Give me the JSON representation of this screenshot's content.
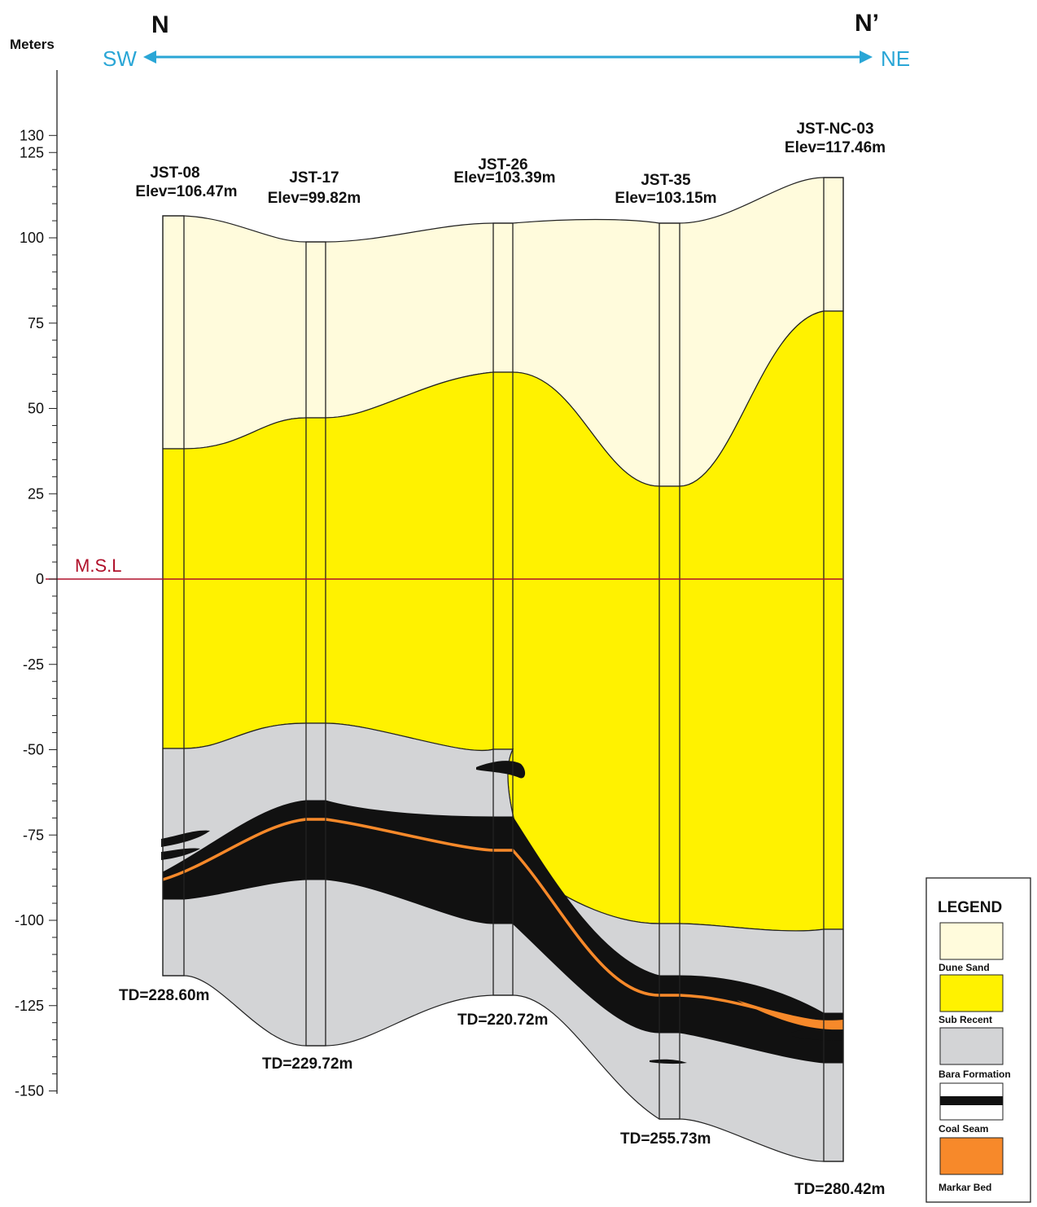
{
  "section": {
    "left_marker": "N",
    "right_marker": "N’",
    "left_direction": "SW",
    "right_direction": "NE",
    "axis_unit": "Meters",
    "msl_label": "M.S.L",
    "y_ticks": [
      "130",
      "125",
      "100",
      "75",
      "50",
      "25",
      "0",
      "-25",
      "-50",
      "-75",
      "-100",
      "-125",
      "-150"
    ]
  },
  "wells": [
    {
      "name": "JST-08",
      "elev": "Elev=106.47m",
      "td": "TD=228.60m"
    },
    {
      "name": "JST-17",
      "elev": "Elev=99.82m",
      "td": "TD=229.72m"
    },
    {
      "name": "JST-26",
      "elev": "Elev=103.39m",
      "td": "TD=220.72m"
    },
    {
      "name": "JST-35",
      "elev": "Elev=103.15m",
      "td": "TD=255.73m"
    },
    {
      "name": "JST-NC-03",
      "elev": "Elev=117.46m",
      "td": "TD=280.42m"
    }
  ],
  "legend": {
    "title": "LEGEND",
    "items": [
      {
        "label": "Dune Sand",
        "color": "#fffbdc"
      },
      {
        "label": "Sub Recent",
        "color": "#fff200"
      },
      {
        "label": "Bara Formation",
        "color": "#d3d4d6"
      },
      {
        "label": "Coal Seam",
        "color": "#111111"
      },
      {
        "label": "Markar Bed",
        "color": "#f7892a"
      }
    ]
  },
  "colors": {
    "dune_sand": "#fffbdc",
    "sub_recent": "#fff200",
    "bara_formation": "#d3d4d6",
    "coal_seam": "#111111",
    "marker_bed": "#f7892a",
    "direction_arrow": "#2aa6d6",
    "msl_line": "#b0102a"
  }
}
